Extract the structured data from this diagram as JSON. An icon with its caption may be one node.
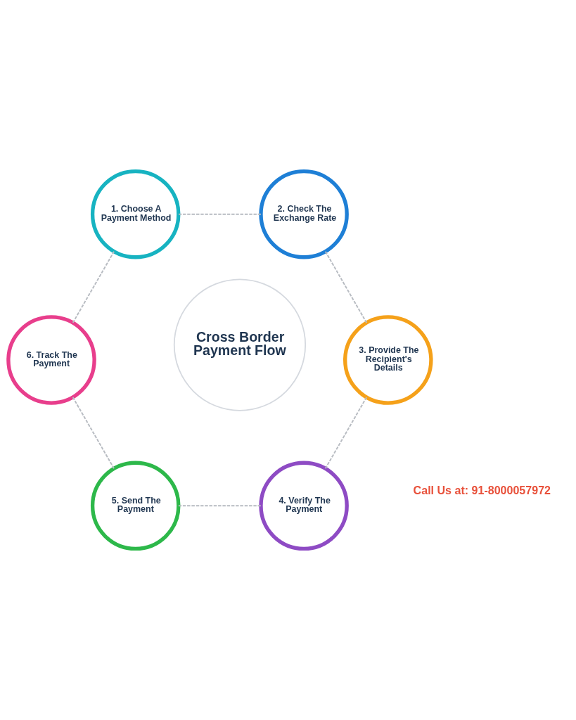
{
  "diagram": {
    "nodes": [
      {
        "text": [
          "Cross Border Payment Flow"
        ]
      },
      {
        "text": [
          "1. Choose A Payment Method"
        ]
      },
      {
        "text": [
          "2. Check The Exchange Rate"
        ]
      },
      {
        "text": [
          "3. Provide The Recipient's Details"
        ]
      },
      {
        "text": [
          "4. Verify The Payment"
        ]
      },
      {
        "text": [
          "5. Send The Payment"
        ]
      },
      {
        "text": [
          "6. Track The Payment"
        ]
      }
    ],
    "edges": [
      {
        "from": 1,
        "to": 2,
        "arrow": "none",
        "style": "dashed"
      },
      {
        "from": 2,
        "to": 3,
        "arrow": "none",
        "style": "dashed"
      },
      {
        "from": 3,
        "to": 4,
        "arrow": "none",
        "style": "dashed"
      },
      {
        "from": 4,
        "to": 5,
        "arrow": "none",
        "style": "dashed"
      },
      {
        "from": 5,
        "to": 6,
        "arrow": "none",
        "style": "dashed"
      },
      {
        "from": 6,
        "to": 1,
        "arrow": "none",
        "style": "dashed"
      }
    ],
    "labels": [
      "Call Us at: 91-8000057972"
    ]
  }
}
